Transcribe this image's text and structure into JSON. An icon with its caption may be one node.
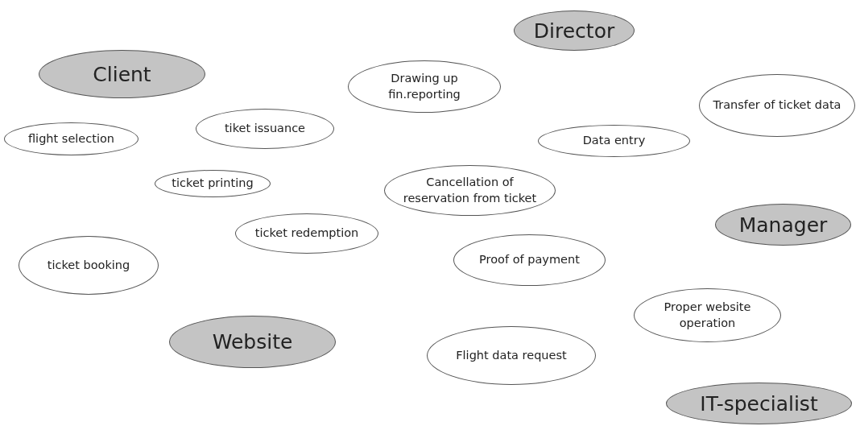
{
  "diagram": {
    "nodes": [
      {
        "text": [
          "Director"
        ]
      },
      {
        "text": [
          "Client"
        ]
      },
      {
        "text": [
          "Drawing up fin.reporting"
        ]
      },
      {
        "text": [
          "Transfer of ticket data"
        ]
      },
      {
        "text": [
          "tiket issuance"
        ]
      },
      {
        "text": [
          "flight selection"
        ]
      },
      {
        "text": [
          "Data entry"
        ]
      },
      {
        "text": [
          "ticket printing"
        ]
      },
      {
        "text": [
          "Cancellation of reservation from ticket"
        ]
      },
      {
        "text": [
          "Manager"
        ]
      },
      {
        "text": [
          "ticket redemption"
        ]
      },
      {
        "text": [
          "ticket booking"
        ]
      },
      {
        "text": [
          "Proof of payment"
        ]
      },
      {
        "text": [
          "Proper website operation"
        ]
      },
      {
        "text": [
          "Website"
        ]
      },
      {
        "text": [
          "Flight data request"
        ]
      },
      {
        "text": [
          "IT-specialist"
        ]
      }
    ],
    "edges": []
  }
}
